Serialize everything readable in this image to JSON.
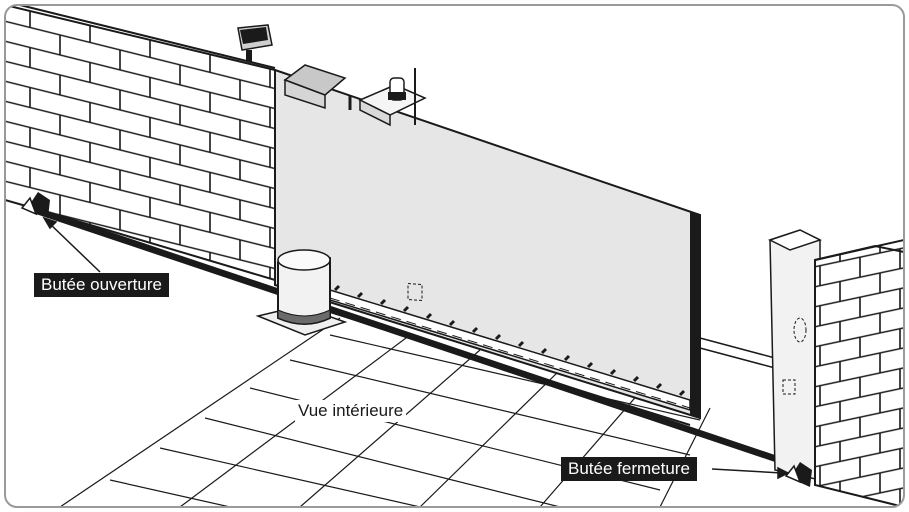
{
  "labels": {
    "open_stop": "Butée ouverture",
    "close_stop": "Butée fermeture",
    "view": "Vue intérieure"
  },
  "colors": {
    "stroke": "#1a1a1a",
    "gate_fill": "#e6e6e6",
    "motor_band": "#6b6b6b",
    "label_bg": "#1a1a1a",
    "label_text": "#ffffff",
    "frame": "#9a9a9a"
  },
  "icons": [
    "floodlight-icon",
    "warning-lamp-icon",
    "antenna-icon",
    "gate-motor-icon",
    "end-stop-icon"
  ]
}
